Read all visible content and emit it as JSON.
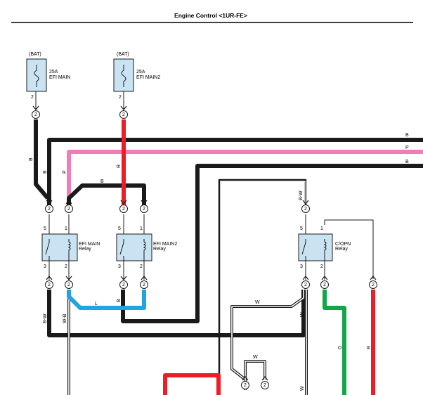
{
  "title": "Engine Control <1UR-FE>",
  "colors": {
    "black": "#1a1a1a",
    "red": "#ee1c25",
    "pink": "#f07eb6",
    "blue": "#1fa5e0",
    "green": "#12a64a",
    "relay_fill": "#c9e3f3"
  },
  "fuses": [
    {
      "source": "(BAT)",
      "rating": "25A",
      "name": "EFI MAIN",
      "pin": "2",
      "conn": "2"
    },
    {
      "source": "(BAT)",
      "rating": "25A",
      "name": "EFI MAIN2",
      "pin": "2",
      "conn": "2"
    }
  ],
  "relays": [
    {
      "line1": "EFI MAIN",
      "line2": "Relay",
      "pin_tl": "5",
      "pin_tr": "1",
      "pin_bl": "3",
      "pin_br": "2"
    },
    {
      "line1": "EFI MAIN2",
      "line2": "Relay",
      "pin_tl": "5",
      "pin_tr": "1",
      "pin_bl": "3",
      "pin_br": "2"
    },
    {
      "line1": "C/OPN",
      "line2": "Relay",
      "pin_tl": "5",
      "pin_tr": "1",
      "pin_bl": "3",
      "pin_br": "2"
    }
  ],
  "connector_label": "2",
  "wire_labels": {
    "b_top": "B",
    "p_top": "P",
    "b_third": "B",
    "b_left": "B",
    "b_left2": "B",
    "p_left": "P",
    "b_jumper": "B",
    "r_main2": "R",
    "bw_copn": "B-W",
    "bw_left": "B-W",
    "wb_left": "W-B",
    "l_blue": "L",
    "b_red2": "B",
    "w_mid": "W",
    "w_right": "W",
    "w_low": "W",
    "w_bottom": "W",
    "g_green": "G",
    "r_right": "R"
  }
}
